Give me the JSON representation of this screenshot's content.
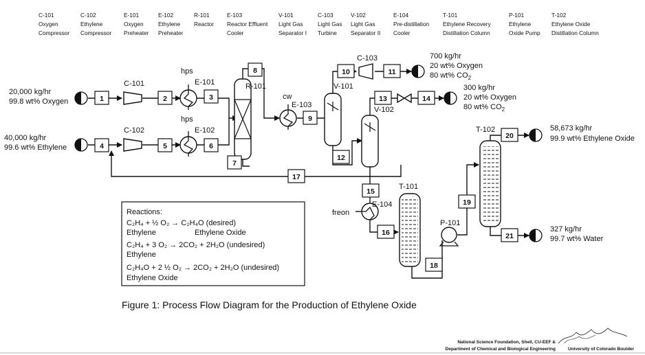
{
  "legend": [
    {
      "tag": "C-101",
      "l1": "Oxygen",
      "l2": "Compressor"
    },
    {
      "tag": "C-102",
      "l1": "Ethylene",
      "l2": "Compressor"
    },
    {
      "tag": "E-101",
      "l1": "Oxygen",
      "l2": "Preheater"
    },
    {
      "tag": "E-102",
      "l1": "Ethylene",
      "l2": "Preheater"
    },
    {
      "tag": "R-101",
      "l1": "Reactor",
      "l2": ""
    },
    {
      "tag": "E-103",
      "l1": "Reactor Effluent",
      "l2": "Cooler"
    },
    {
      "tag": "V-101",
      "l1": "Light Gas",
      "l2": "Separator I"
    },
    {
      "tag": "C-103",
      "l1": "Light Gas",
      "l2": "Turbine"
    },
    {
      "tag": "V-102",
      "l1": "Light Gas",
      "l2": "Separator II"
    },
    {
      "tag": "E-104",
      "l1": "Pre-distillation",
      "l2": "Cooler"
    },
    {
      "tag": "T-101",
      "l1": "Ethylene Recovery",
      "l2": "Distillation Column"
    },
    {
      "tag": "P-101",
      "l1": "Ethylene",
      "l2": "Oxide Pump"
    },
    {
      "tag": "T-102",
      "l1": "Ethylene Oxide",
      "l2": "Distillation Column"
    }
  ],
  "equipment": {
    "c101": "C-101",
    "c102": "C-102",
    "e101": "E-101",
    "e102": "E-102",
    "r101": "R-101",
    "e103": "E-103",
    "v101": "V-101",
    "c103": "C-103",
    "v102": "V-102",
    "e104": "E-104",
    "t101": "T-101",
    "p101": "P-101",
    "t102": "T-102"
  },
  "utilities": {
    "hps1": "hps",
    "hps2": "hps",
    "cw": "cw",
    "freon": "freon"
  },
  "streams": {
    "s1": "1",
    "s2": "2",
    "s3": "3",
    "s4": "4",
    "s5": "5",
    "s6": "6",
    "s7": "7",
    "s8": "8",
    "s9": "9",
    "s10": "10",
    "s11": "11",
    "s12": "12",
    "s13": "13",
    "s14": "14",
    "s15": "15",
    "s16": "16",
    "s17": "17",
    "s18": "18",
    "s19": "19",
    "s20": "20",
    "s21": "21"
  },
  "feeds": {
    "oxygen_rate": "20,000 kg/hr",
    "oxygen_comp": "99.8 wt% Oxygen",
    "ethylene_rate": "40,000 kg/hr",
    "ethylene_comp": "99.6 wt% Ethylene"
  },
  "products": {
    "p11_rate": "700 kg/hr",
    "p11_l2": "20 wt% Oxygen",
    "p11_l3": "80 wt% CO",
    "p14_rate": "300 kg/hr",
    "p14_l2": "20 wt% Oxygen",
    "p14_l3": "80 wt% CO",
    "p20_rate": "58,673 kg/hr",
    "p20_comp": "99.9 wt% Ethylene Oxide",
    "p21_rate": "327 kg/hr",
    "p21_comp": "99.7 wt% Water"
  },
  "subscripts": {
    "two": "2",
    "four": "4"
  },
  "reactions": {
    "title": "Reactions:",
    "r1": "C₂H₄ + ½ O₂ → C₂H₄O (desired)",
    "r1_n1": "Ethylene",
    "r1_n2": "Ethylene Oxide",
    "r2": "C₂H₄ + 3 O₂ → 2CO₂ + 2H₂O (undesired)",
    "r2_n1": "Ethylene",
    "r3": "C₂H₄O + 2 ½ O₂ → 2CO₂ + 2H₂O (undesired)",
    "r3_n1": "Ethylene Oxide"
  },
  "caption": "Figure 1: Process Flow Diagram for the Production of Ethylene Oxide",
  "credits": {
    "line1": "National Science Foundation, Shell, CU-EEF &",
    "line2": "Department of Chemical and Biological Engineering",
    "line3": "University of Colorado Boulder"
  }
}
